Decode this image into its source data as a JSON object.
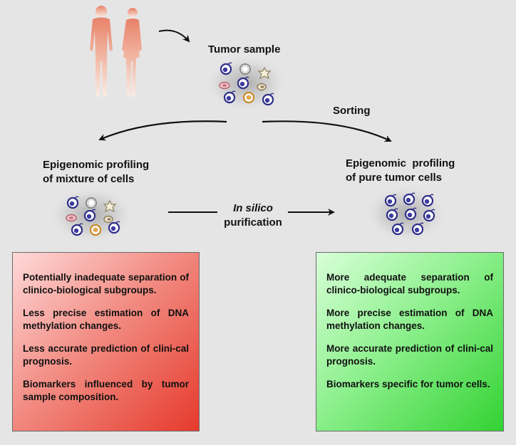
{
  "tumor_sample_label": "Tumor sample",
  "sorting_label": "Sorting",
  "left_heading": [
    "Epigenomic profiling",
    "of mixture of cells"
  ],
  "right_heading": [
    "Epigenomic  profiling",
    "of pure tumor cells"
  ],
  "middle_label": {
    "italic": "In silico",
    "normal": "purification"
  },
  "left_box": {
    "color": "#e63a2c",
    "points": [
      "Potentially inadequate separation of clinico-biological subgroups.",
      "Less precise estimation of DNA methylation changes.",
      "Less accurate prediction of clini-cal prognosis.",
      "Biomarkers influenced by tumor sample composition."
    ]
  },
  "right_box": {
    "color": "#33d233",
    "points": [
      "More adequate separation of clinico-biological subgroups.",
      "More precise estimation of DNA methylation changes.",
      "More accurate prediction of clini-cal prognosis.",
      "Biomarkers specific for tumor cells."
    ]
  },
  "icons": {
    "human_figures": "human-silhouettes-icon",
    "tumor_cell": "tumor-cell-icon",
    "mixed_cells": "mixed-cell-cluster-icon"
  },
  "colors": {
    "tumor_cell": "#3a3aa0",
    "body_gradient_top": "#e8826a",
    "body_gradient_bottom": "#f6e6df"
  }
}
